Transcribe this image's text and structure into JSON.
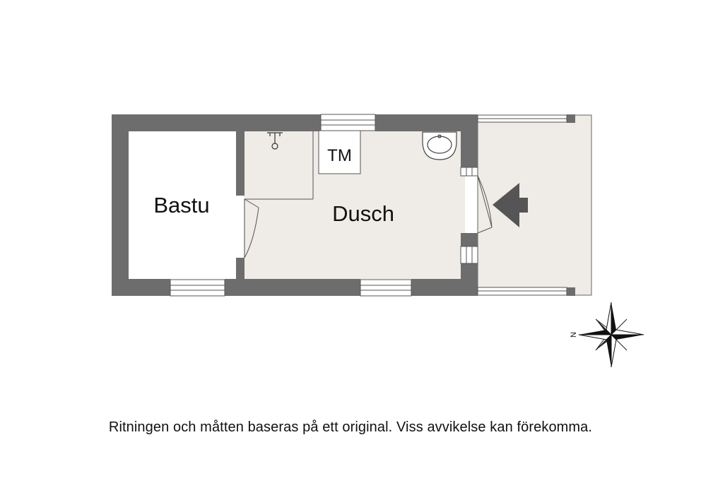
{
  "rooms": {
    "bastu": "Bastu",
    "dusch": "Dusch",
    "tm": "TM"
  },
  "compass": {
    "north_letter": "N"
  },
  "disclaimer": "Ritningen och måtten baseras på ett original. Viss avvikelse kan förekomma.",
  "colors": {
    "wall": "#6d6d6d",
    "floor": "#efebe6",
    "line": "#555555",
    "background": "#ffffff"
  }
}
